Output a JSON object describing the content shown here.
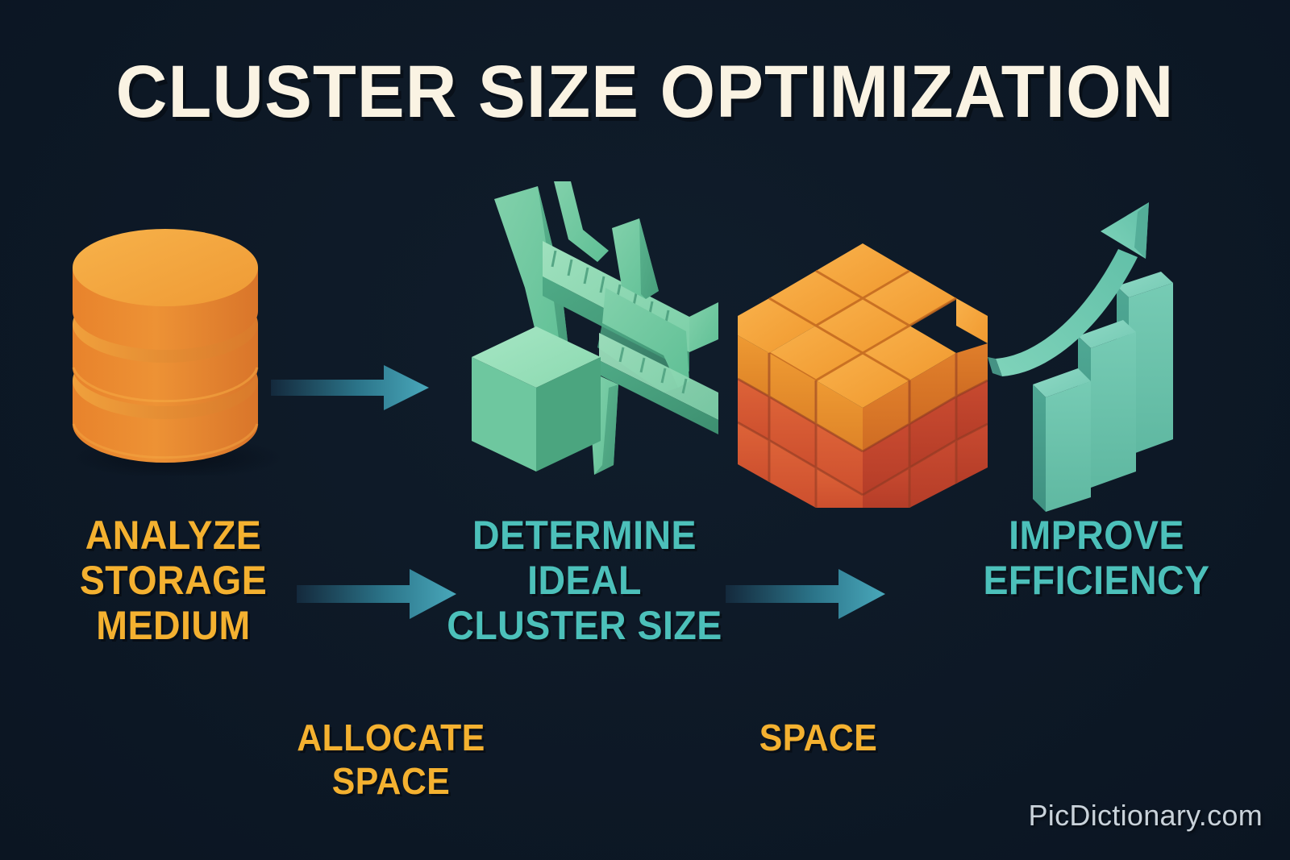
{
  "meta": {
    "background_color": "#101d2b",
    "title_color": "#faf3e3",
    "amber_color": "#f4b130",
    "teal_color": "#4cc0ba",
    "orange_color": "#ef9232",
    "red_color": "#cf4b34",
    "green_color": "#72c9a0",
    "watermark_color": "#c9d2da"
  },
  "title": "CLUSTER SIZE OPTIMIZATION",
  "steps": [
    {
      "id": "analyze-storage-medium",
      "line1": "ANALYZE",
      "line2": "STORAGE",
      "line3": "MEDIUM",
      "color": "#f4b130",
      "icon": "database-cylinder-icon"
    },
    {
      "id": "determine-ideal-cluster-size",
      "line1": "DETERMINE",
      "line2": "IDEAL",
      "line3": "CLUSTER SIZE",
      "color": "#4cc0ba",
      "icon": "caliper-measuring-cube-icon"
    },
    {
      "id": "improve-efficiency",
      "line1": "IMPROVE",
      "line2": "EFFICIENCY",
      "line3": "",
      "color": "#4cc0ba",
      "icon": "growth-bar-chart-icon"
    }
  ],
  "sub_labels": [
    {
      "id": "allocate-space",
      "line1": "ALLOCATE",
      "line2": "SPACE",
      "color": "#f4b130"
    },
    {
      "id": "space",
      "line1": "SPACE",
      "line2": "",
      "color": "#f4b130"
    }
  ],
  "arrows": [
    {
      "id": "arrow-storage-to-caliper",
      "direction": "right"
    },
    {
      "id": "arrow-analyze-to-determine",
      "direction": "right"
    },
    {
      "id": "arrow-determine-to-improve",
      "direction": "right"
    }
  ],
  "icons": {
    "database": "database-cylinder-icon",
    "caliper": "caliper-measuring-cube-icon",
    "cube_block": "isometric-cube-block-icon",
    "growth": "growth-bar-chart-icon"
  },
  "watermark": "PicDictionary.com"
}
